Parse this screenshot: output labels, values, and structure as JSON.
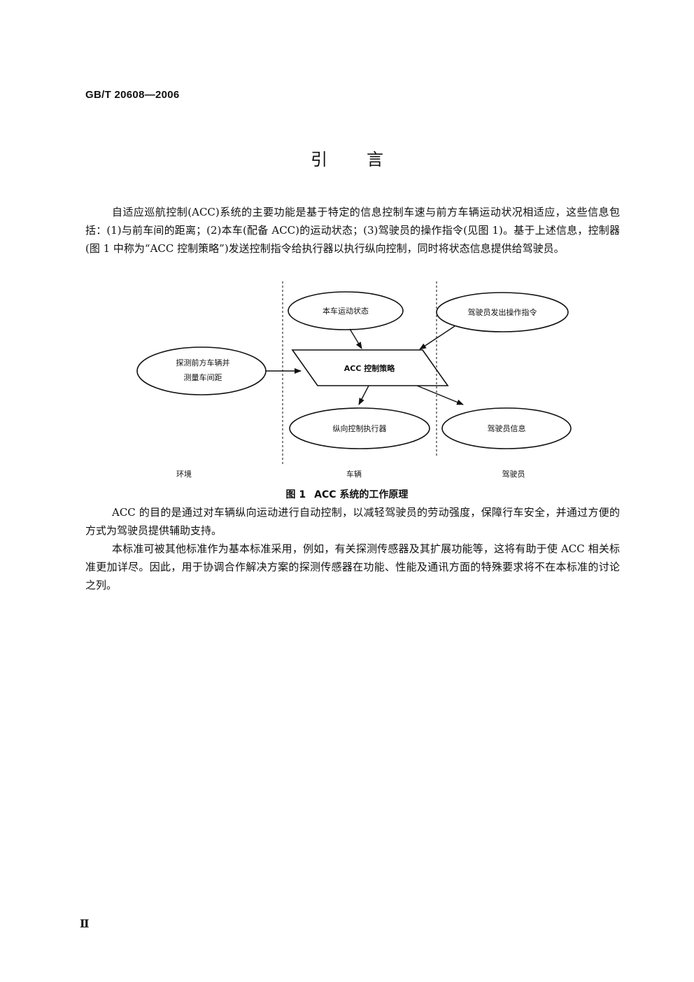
{
  "header": {
    "standard_code": "GB/T 20608—2006"
  },
  "title": "引言",
  "paragraphs": {
    "p1": "自适应巡航控制(ACC)系统的主要功能是基于特定的信息控制车速与前方车辆运动状况相适应，这些信息包括：(1)与前车间的距离；(2)本车(配备 ACC)的运动状态；(3)驾驶员的操作指令(见图 1)。基于上述信息，控制器(图 1 中称为“ACC 控制策略”)发送控制指令给执行器以执行纵向控制，同时将状态信息提供给驾驶员。",
    "p2": "ACC 的目的是通过对车辆纵向运动进行自动控制，以减轻驾驶员的劳动强度，保障行车安全，并通过方便的方式为驾驶员提供辅助支持。",
    "p3": "本标准可被其他标准作为基本标准采用，例如，有关探测传感器及其扩展功能等，这将有助于使 ACC 相关标准更加详尽。因此，用于协调合作解决方案的探测传感器在功能、性能及通讯方面的特殊要求将不在本标准的讨论之列。"
  },
  "figure": {
    "nodes": {
      "vehicle_state": "本车运动状态",
      "driver_command": "驾驶员发出操作指令",
      "detect_line1": "探测前方车辆并",
      "detect_line2": "测量车间距",
      "acc_strategy": "ACC 控制策略",
      "actuator": "纵向控制执行器",
      "driver_info": "驾驶员信息"
    },
    "zones": {
      "environment": "环境",
      "vehicle": "车辆",
      "driver": "驾驶员"
    },
    "caption_number": "图 1",
    "caption_text": "ACC 系统的工作原理"
  },
  "footer": {
    "page_number": "Ⅱ"
  }
}
